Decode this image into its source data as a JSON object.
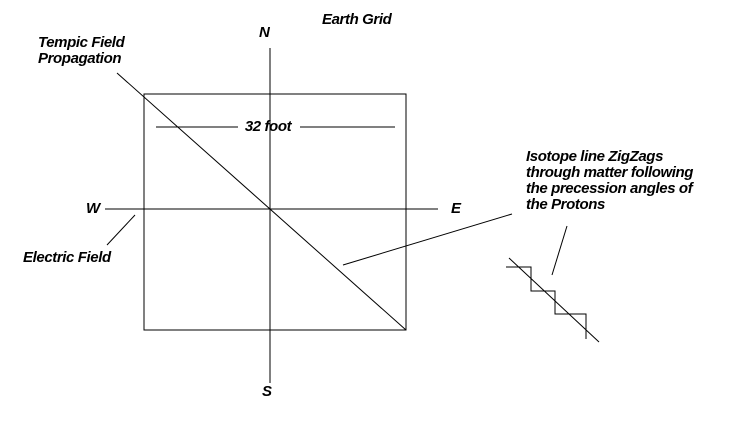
{
  "colors": {
    "background": "#ffffff",
    "ink": "#000000"
  },
  "title": "Earth Grid",
  "compass": {
    "north": "N",
    "west": "W",
    "east": "E",
    "south": "S"
  },
  "labels": {
    "tempic_field": {
      "line1": "Tempic Field",
      "line2": "Propagation"
    },
    "electric_field": "Electric Field",
    "measurement": "32 foot",
    "isotope_note": {
      "line1": "Isotope line ZigZags",
      "line2": "through matter following",
      "line3": "the precession angles of",
      "line4": "the Protons"
    }
  }
}
